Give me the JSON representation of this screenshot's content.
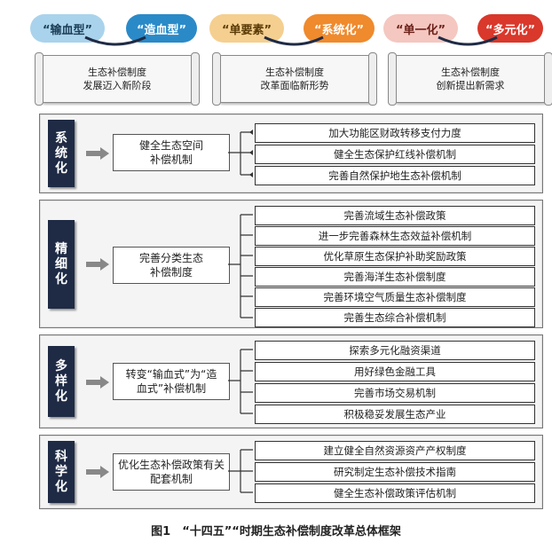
{
  "top": [
    {
      "left": "“输血型”",
      "right": "“造血型”",
      "text1": "生态补偿制度",
      "text2": "发展迈入新阶段"
    },
    {
      "left": "“单要素”",
      "right": "“系统化”",
      "text1": "生态补偿制度",
      "text2": "改革面临新形势"
    },
    {
      "left": "“单一化”",
      "right": "“多元化”",
      "text1": "生态补偿制度",
      "text2": "创新提出新需求"
    }
  ],
  "sections": [
    {
      "label": [
        "系",
        "统",
        "化"
      ],
      "mid": [
        "健全生态空间",
        "补偿机制"
      ],
      "items": [
        "加大功能区财政转移支付力度",
        "健全生态保护红线补偿机制",
        "完善自然保护地生态补偿机制"
      ]
    },
    {
      "label": [
        "精",
        "细",
        "化"
      ],
      "mid": [
        "完善分类生态",
        "补偿制度"
      ],
      "items": [
        "完善流域生态补偿政策",
        "进一步完善森林生态效益补偿机制",
        "优化草原生态保护补助奖励政策",
        "完善海洋生态补偿制度",
        "完善环境空气质量生态补偿制度",
        "完善生态综合补偿机制"
      ]
    },
    {
      "label": [
        "多",
        "样",
        "化"
      ],
      "mid": [
        "转变“输血式”为“造",
        "血式”补偿机制"
      ],
      "items": [
        "探索多元化融资渠道",
        "用好绿色金融工具",
        "完善市场交易机制",
        "积极稳妥发展生态产业"
      ]
    },
    {
      "label": [
        "科",
        "学",
        "化"
      ],
      "mid": [
        "优化生态补偿政策有关",
        "配套机制"
      ],
      "items": [
        "建立健全自然资源资产产权制度",
        "研究制定生态补偿技术指南",
        "健全生态补偿政策评估机制"
      ]
    }
  ],
  "caption": "图1　“十四五”“时期生态补偿制度改革总体框架"
}
